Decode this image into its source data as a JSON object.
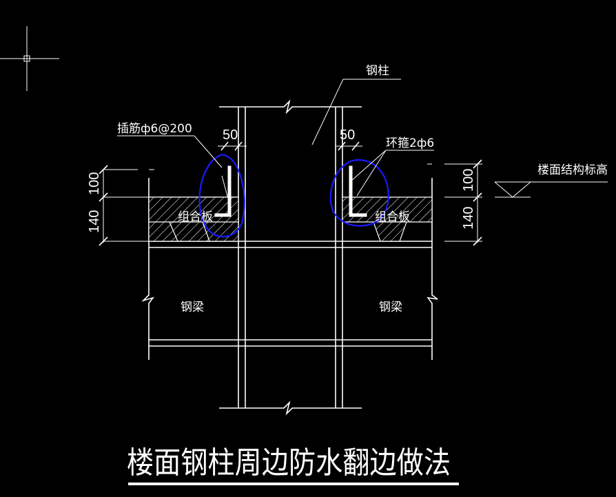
{
  "labels": {
    "steel_column": "钢柱",
    "dowel_bar": "插筋ф6@200",
    "ring_hoop": "环箍2ф6",
    "floor_level": "楼面结构标高",
    "composite_slab_left": "组合板",
    "composite_slab_right": "组合板",
    "steel_beam_left": "钢梁",
    "steel_beam_right": "钢梁"
  },
  "dimensions": {
    "left_gap": "50",
    "right_gap": "50",
    "left_upstand": "100",
    "left_slab": "140",
    "right_upstand": "100",
    "right_slab": "140"
  },
  "title": "楼面钢柱周边防水翻边做法",
  "colors": {
    "background": "#000000",
    "drawing": "#ffffff",
    "markup": "#1a1aff"
  }
}
